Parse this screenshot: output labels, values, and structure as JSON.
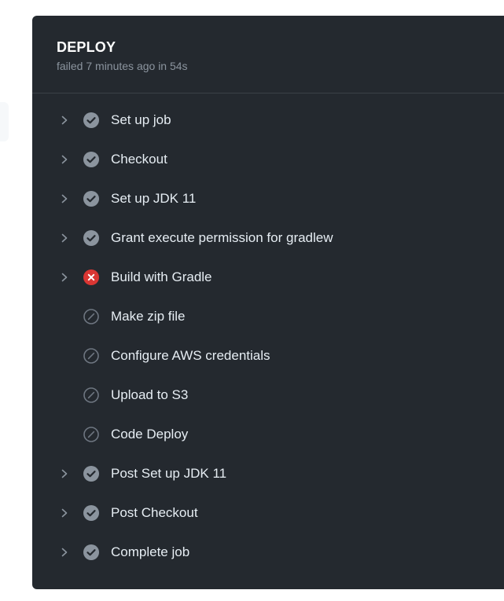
{
  "job": {
    "title": "DEPLOY",
    "status_text": "failed 7 minutes ago in 54s"
  },
  "colors": {
    "panel_bg": "#24292f",
    "success_icon": "#8b949e",
    "failure_icon": "#da3633",
    "skipped_icon": "#6e7681",
    "text": "#e6edf3"
  },
  "steps": [
    {
      "label": "Set up job",
      "status": "success",
      "expandable": true,
      "icon": "check-circle-icon"
    },
    {
      "label": "Checkout",
      "status": "success",
      "expandable": true,
      "icon": "check-circle-icon"
    },
    {
      "label": "Set up JDK 11",
      "status": "success",
      "expandable": true,
      "icon": "check-circle-icon"
    },
    {
      "label": "Grant execute permission for gradlew",
      "status": "success",
      "expandable": true,
      "icon": "check-circle-icon"
    },
    {
      "label": "Build with Gradle",
      "status": "failure",
      "expandable": true,
      "icon": "x-circle-icon"
    },
    {
      "label": "Make zip file",
      "status": "skipped",
      "expandable": false,
      "icon": "skip-icon"
    },
    {
      "label": "Configure AWS credentials",
      "status": "skipped",
      "expandable": false,
      "icon": "skip-icon"
    },
    {
      "label": "Upload to S3",
      "status": "skipped",
      "expandable": false,
      "icon": "skip-icon"
    },
    {
      "label": "Code Deploy",
      "status": "skipped",
      "expandable": false,
      "icon": "skip-icon"
    },
    {
      "label": "Post Set up JDK 11",
      "status": "success",
      "expandable": true,
      "icon": "check-circle-icon"
    },
    {
      "label": "Post Checkout",
      "status": "success",
      "expandable": true,
      "icon": "check-circle-icon"
    },
    {
      "label": "Complete job",
      "status": "success",
      "expandable": true,
      "icon": "check-circle-icon"
    }
  ]
}
